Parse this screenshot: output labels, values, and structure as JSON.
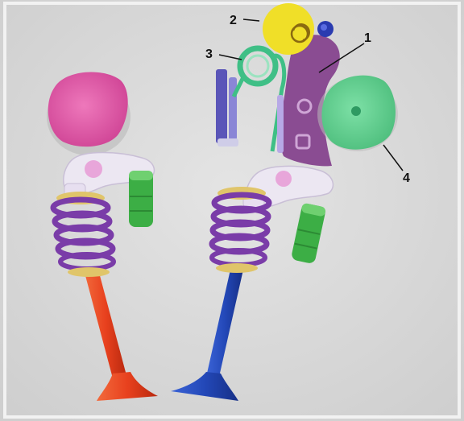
{
  "callouts": [
    {
      "id": "1",
      "label": "1"
    },
    {
      "id": "2",
      "label": "2"
    },
    {
      "id": "3",
      "label": "3"
    },
    {
      "id": "4",
      "label": "4"
    }
  ],
  "colors": {
    "background": "#dcdcdc",
    "left_cam_lobe": "#e05aa8",
    "right_cam_lobe": "#5fcf8f",
    "rocker_arm": "#ece7f2",
    "rocker_pad": "#e8a6da",
    "hydraulic_lash_adjuster": "#3cae45",
    "valve_spring": "#7a3ca8",
    "spring_retainer": "#e0c56a",
    "left_valve": "#e8411e",
    "right_valve": "#2348b8",
    "switching_lever": "#8a4c92",
    "eccentric_cam": "#f0df28",
    "torsion_spring": "#3fbf86",
    "spring_bracket": "#5a55b8"
  },
  "icons": {
    "left_cam_lobe": "pink-cam-lobe-icon",
    "right_cam_lobe": "green-cam-lobe-icon",
    "left_rocker_arm": "rocker-arm-icon",
    "right_rocker_arm": "rocker-arm-icon",
    "left_lash_adjuster": "hydraulic-lash-adjuster-icon",
    "right_lash_adjuster": "hydraulic-lash-adjuster-icon",
    "left_valve_spring": "valve-spring-icon",
    "right_valve_spring": "valve-spring-icon",
    "left_valve": "red-intake-valve-icon",
    "right_valve": "blue-exhaust-valve-icon",
    "part_1": "switching-lever-icon",
    "part_2": "eccentric-cam-icon",
    "part_3": "torsion-spring-icon",
    "part_4": "green-cam-lobe-icon"
  }
}
